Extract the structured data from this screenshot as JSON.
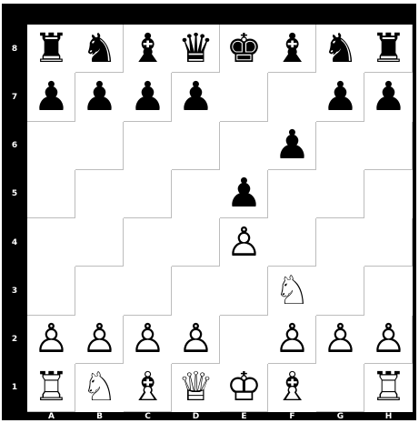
{
  "board": {
    "ranks": [
      "8",
      "7",
      "6",
      "5",
      "4",
      "3",
      "2",
      "1"
    ],
    "files": [
      "A",
      "B",
      "C",
      "D",
      "E",
      "F",
      "G",
      "H"
    ],
    "colors": {
      "frame": "#000000",
      "square": "#ffffff",
      "label": "#ffffff",
      "piece": "#000000"
    },
    "rows": [
      [
        "bR",
        "bN",
        "bB",
        "bQ",
        "bK",
        "bB",
        "bN",
        "bR"
      ],
      [
        "bP",
        "bP",
        "bP",
        "bP",
        "",
        "",
        "bP",
        "bP"
      ],
      [
        "",
        "",
        "",
        "",
        "",
        "bP",
        "",
        ""
      ],
      [
        "",
        "",
        "",
        "",
        "bP",
        "",
        "",
        ""
      ],
      [
        "",
        "",
        "",
        "",
        "wP",
        "",
        "",
        ""
      ],
      [
        "",
        "",
        "",
        "",
        "",
        "wN",
        "",
        ""
      ],
      [
        "wP",
        "wP",
        "wP",
        "wP",
        "",
        "wP",
        "wP",
        "wP"
      ],
      [
        "wR",
        "wN",
        "wB",
        "wQ",
        "wK",
        "wB",
        "",
        "wR"
      ]
    ],
    "glyphs": {
      "wK": "♔",
      "wQ": "♕",
      "wR": "♖",
      "wB": "♗",
      "wN": "♘",
      "wP": "♙",
      "bK": "♚",
      "bQ": "♛",
      "bR": "♜",
      "bB": "♝",
      "bN": "♞",
      "bP": "♟"
    },
    "piece_names": {
      "K": "king",
      "Q": "queen",
      "R": "rook",
      "B": "bishop",
      "N": "knight",
      "P": "pawn"
    }
  }
}
